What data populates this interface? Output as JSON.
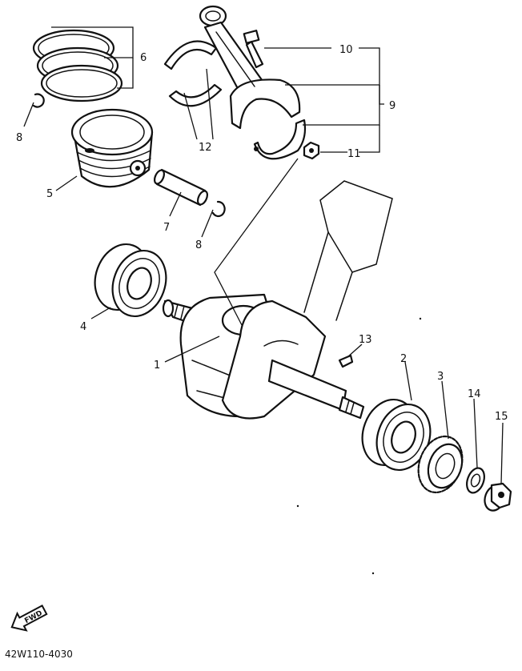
{
  "diagram": {
    "drawing_code": "42W110-4030",
    "direction_badge": "FWD",
    "callouts": {
      "crankshaft": "1",
      "bearing_right": "2",
      "primary_gear": "3",
      "bearing_left": "4",
      "piston": "5",
      "piston_ring_set": "6",
      "piston_pin": "7",
      "pin_clip_upper": "8",
      "pin_clip_lower": "8",
      "connecting_rod": "9",
      "rod_bolt": "10",
      "rod_nut": "11",
      "bearing_shells": "12",
      "woodruff_key": "13",
      "washer": "14",
      "nut": "15"
    }
  }
}
